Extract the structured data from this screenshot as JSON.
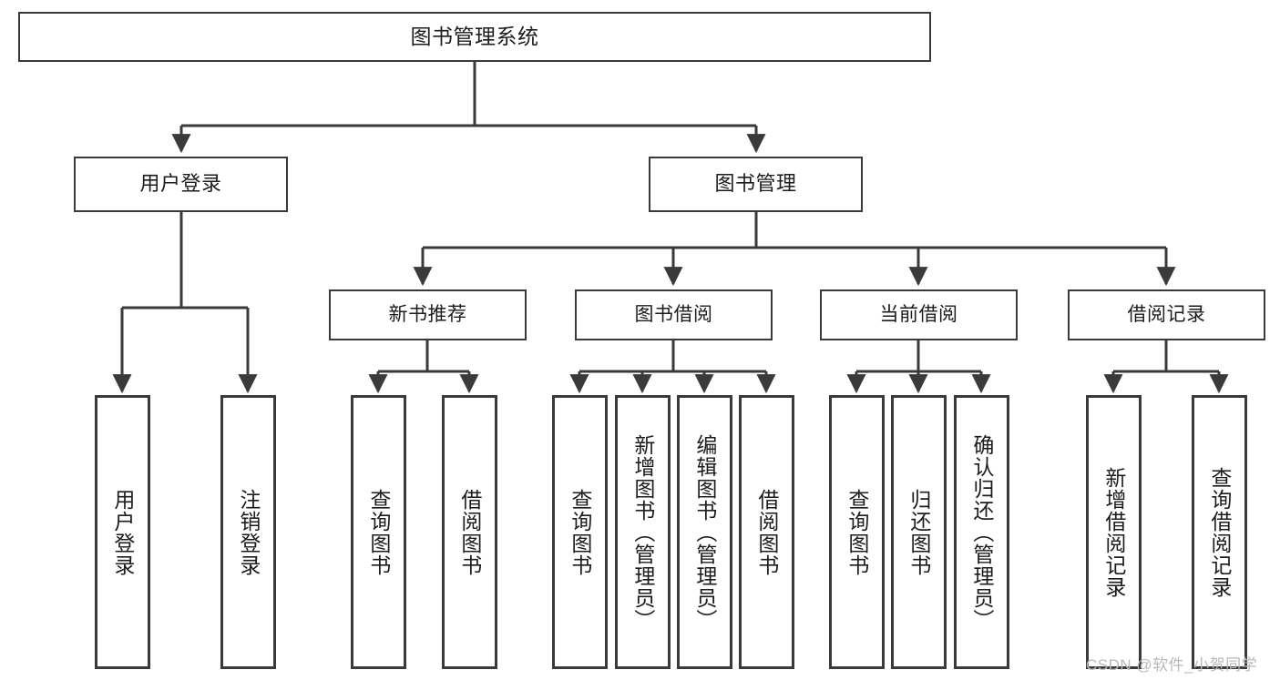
{
  "diagram": {
    "title": "图书管理系统",
    "type": "tree-hierarchy",
    "root": {
      "id": "root",
      "label": "图书管理系统"
    },
    "level1": [
      {
        "id": "user-login",
        "label": "用户登录"
      },
      {
        "id": "book-manage",
        "label": "图书管理"
      }
    ],
    "level2": [
      {
        "id": "new-book-recommend",
        "label": "新书推荐",
        "parent": "book-manage"
      },
      {
        "id": "book-borrow",
        "label": "图书借阅",
        "parent": "book-manage"
      },
      {
        "id": "current-borrow",
        "label": "当前借阅",
        "parent": "book-manage"
      },
      {
        "id": "borrow-record",
        "label": "借阅记录",
        "parent": "book-manage"
      }
    ],
    "leaves": [
      {
        "id": "leaf-user-login",
        "label": "用户登录",
        "parent": "user-login"
      },
      {
        "id": "leaf-logout",
        "label": "注销登录",
        "parent": "user-login"
      },
      {
        "id": "leaf-query-book-1",
        "label": "查询图书",
        "parent": "new-book-recommend"
      },
      {
        "id": "leaf-borrow-book-1",
        "label": "借阅图书",
        "parent": "new-book-recommend"
      },
      {
        "id": "leaf-query-book-2",
        "label": "查询图书",
        "parent": "book-borrow"
      },
      {
        "id": "leaf-add-book",
        "label": "新增图书（管理员）",
        "parent": "book-borrow"
      },
      {
        "id": "leaf-edit-book",
        "label": "编辑图书（管理员）",
        "parent": "book-borrow"
      },
      {
        "id": "leaf-borrow-book-2",
        "label": "借阅图书",
        "parent": "book-borrow"
      },
      {
        "id": "leaf-query-book-3",
        "label": "查询图书",
        "parent": "current-borrow"
      },
      {
        "id": "leaf-return-book",
        "label": "归还图书",
        "parent": "current-borrow"
      },
      {
        "id": "leaf-confirm-return",
        "label": "确认归还（管理员）",
        "parent": "current-borrow"
      },
      {
        "id": "leaf-add-record",
        "label": "新增借阅记录",
        "parent": "borrow-record"
      },
      {
        "id": "leaf-query-record",
        "label": "查询借阅记录",
        "parent": "borrow-record"
      }
    ],
    "colors": {
      "stroke": "#3a3a3a",
      "text": "#1c1c1c",
      "background": "#ffffff",
      "watermark": "#b9b9b9"
    }
  },
  "watermark": {
    "text": "CSDN @软件_小贺同学"
  }
}
